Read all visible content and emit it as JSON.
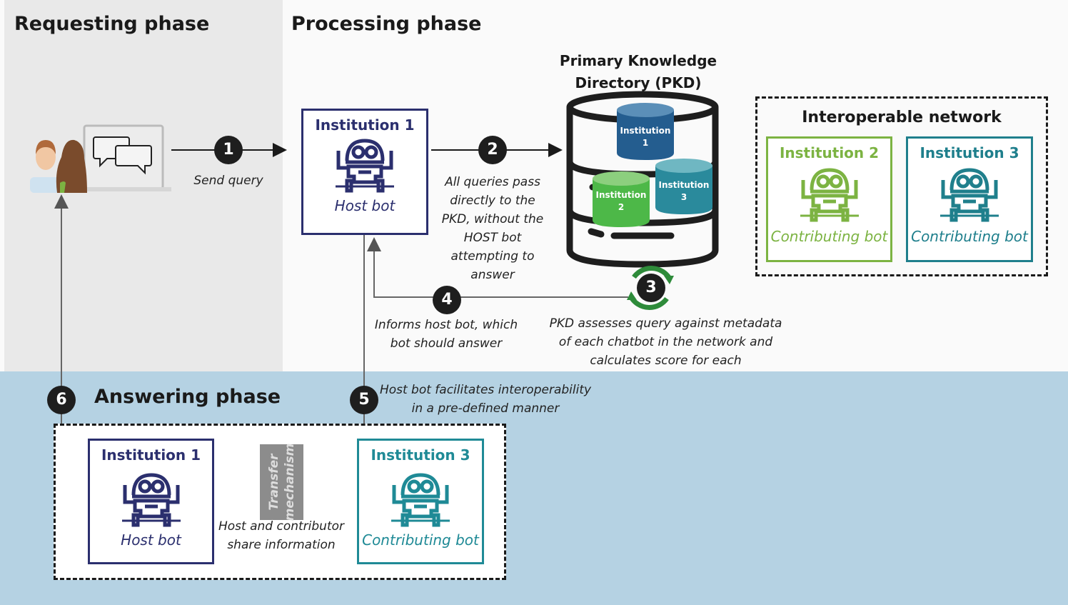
{
  "phases": {
    "requesting": "Requesting phase",
    "processing": "Processing phase",
    "answering": "Answering phase"
  },
  "pkd": {
    "title_line1": "Primary Knowledge",
    "title_line2": "Directory (PKD)",
    "cylinders": [
      {
        "line1": "Institution",
        "line2": "1",
        "color": "#245d8f"
      },
      {
        "line1": "Institution",
        "line2": "2",
        "color": "#4db848"
      },
      {
        "line1": "Institution",
        "line2": "3",
        "color": "#2a8a9c"
      }
    ]
  },
  "processing_host": {
    "title": "Institution 1",
    "label": "Host bot",
    "color": "#2b2f6e"
  },
  "network": {
    "title": "Interoperable network",
    "institutions": [
      {
        "title": "Institution 2",
        "label": "Contributing bot",
        "color": "#7cb342"
      },
      {
        "title": "Institution 3",
        "label": "Contributing bot",
        "color": "#1f7f8c"
      }
    ]
  },
  "answering": {
    "host": {
      "title": "Institution 1",
      "label": "Host bot",
      "color": "#2b2f6e"
    },
    "contributor": {
      "title": "Institution 3",
      "label": "Contributing bot",
      "color": "#1f8a96"
    },
    "transfer_line1": "Transfer",
    "transfer_line2": "mechanism",
    "share_line1": "Host and contributor",
    "share_line2": "share information"
  },
  "steps": [
    {
      "num": "1",
      "text": [
        "Send query"
      ]
    },
    {
      "num": "2",
      "text": [
        "All queries pass",
        "directly to the",
        "PKD, without the",
        "HOST bot",
        "attempting to",
        "answer"
      ]
    },
    {
      "num": "3",
      "text": [
        "PKD assesses query against metadata",
        "of each chatbot in the network and",
        "calculates score for each"
      ]
    },
    {
      "num": "4",
      "text": [
        "Informs host bot, which",
        "bot should answer"
      ]
    },
    {
      "num": "5",
      "text": [
        "Host bot facilitates interoperability",
        "in a pre-defined manner"
      ]
    },
    {
      "num": "6",
      "text": []
    }
  ]
}
